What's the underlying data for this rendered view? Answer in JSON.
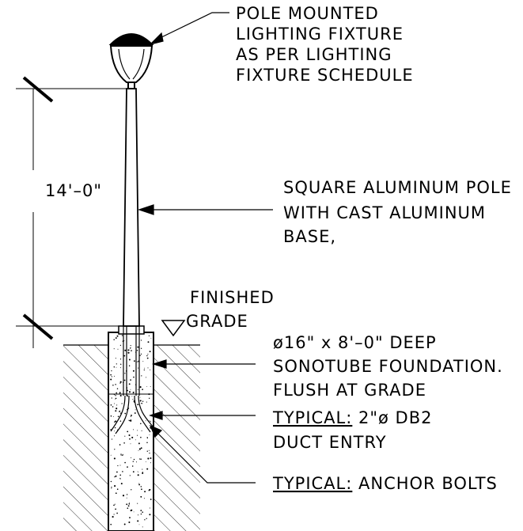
{
  "drawing": {
    "fixture_note": [
      "POLE MOUNTED",
      "LIGHTING FIXTURE",
      "AS PER LIGHTING",
      "FIXTURE SCHEDULE"
    ],
    "dimension": "14'–0\"",
    "pole_note": [
      "SQUARE ALUMINUM POLE",
      "WITH CAST ALUMINUM",
      "BASE,"
    ],
    "grade_note": [
      "FINISHED",
      "GRADE"
    ],
    "foundation_note": [
      "ø16\" x 8'–0\" DEEP",
      "SONOTUBE FOUNDATION.",
      "FLUSH AT GRADE"
    ],
    "duct_note": {
      "prefix": "TYPICAL:",
      "line1": " 2\"ø DB2",
      "line2": "DUCT ENTRY"
    },
    "anchor_note": {
      "prefix": "TYPICAL:",
      "text": " ANCHOR BOLTS"
    }
  },
  "colors": {
    "line": "#000000",
    "background": "#ffffff"
  }
}
